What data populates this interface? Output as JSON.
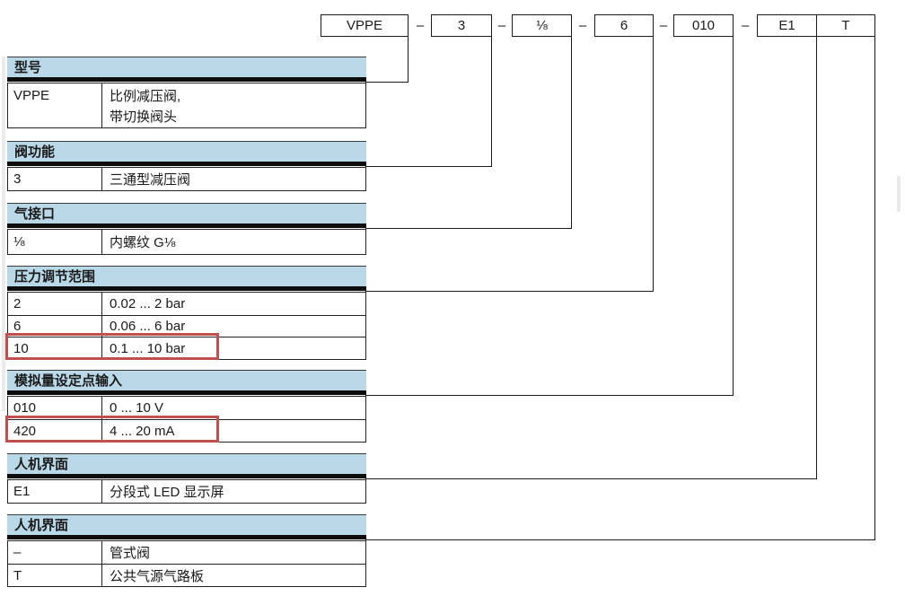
{
  "product_code": {
    "separator": "–",
    "segments": [
      "VPPE",
      "3",
      "⅛",
      "6",
      "010",
      "E1",
      "T"
    ]
  },
  "sections": [
    {
      "title": "型号",
      "rows": [
        {
          "code": "VPPE",
          "desc_lines": [
            "比例减压阀,",
            "带切换阀头"
          ]
        }
      ]
    },
    {
      "title": "阀功能",
      "rows": [
        {
          "code": "3",
          "desc": "三通型减压阀"
        }
      ]
    },
    {
      "title": "气接口",
      "rows": [
        {
          "code": "⅛",
          "desc": "内螺纹 G⅛"
        }
      ]
    },
    {
      "title": "压力调节范围",
      "rows": [
        {
          "code": "2",
          "desc": "0.02 ... 2 bar"
        },
        {
          "code": "6",
          "desc": "0.06 ... 6 bar"
        },
        {
          "code": "10",
          "desc": "0.1 ... 10 bar",
          "highlighted": true
        }
      ]
    },
    {
      "title": "模拟量设定点输入",
      "rows": [
        {
          "code": "010",
          "desc": "0 ... 10 V"
        },
        {
          "code": "420",
          "desc": "4 ... 20 mA",
          "highlighted": true
        }
      ]
    },
    {
      "title": "人机界面",
      "rows": [
        {
          "code": "E1",
          "desc": "分段式 LED 显示屏"
        }
      ]
    },
    {
      "title": "人机界面",
      "rows": [
        {
          "code": "–",
          "desc": "管式阀"
        },
        {
          "code": "T",
          "desc": "公共气源气路板"
        }
      ]
    }
  ],
  "colors": {
    "section_header_bg": "#b9d8e8",
    "divider_bar": "#0d0d0d",
    "highlight_border": "#c0504d",
    "line": "#1a1a1a"
  }
}
